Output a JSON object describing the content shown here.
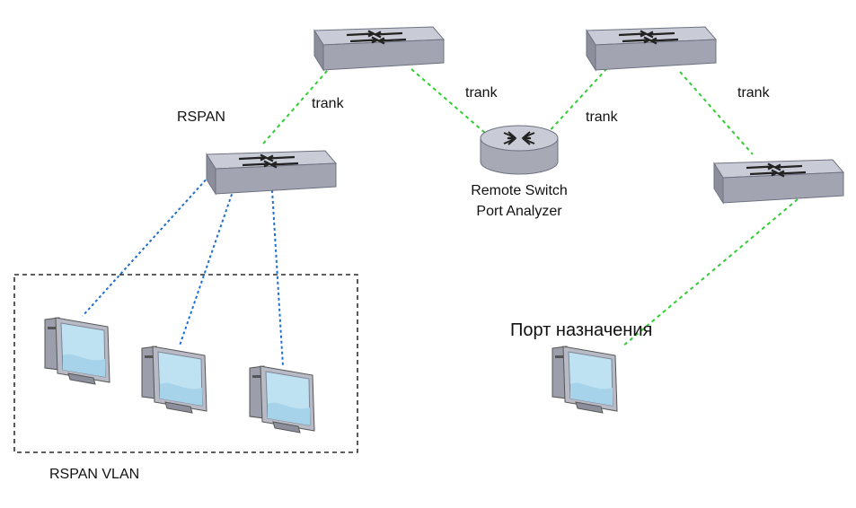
{
  "labels": {
    "trunk_top_left": "trank",
    "trunk_top_mid": "trank",
    "trunk_mid_right": "trank",
    "trunk_top_right": "trank",
    "rspan": "RSPAN",
    "analyzer_line1": "Remote Switch",
    "analyzer_line2": "Port Analyzer",
    "destination_port": "Порт назначения",
    "rspan_vlan": "RSPAN VLAN"
  },
  "colors": {
    "trunk_link": "#33cc33",
    "access_link": "#1f6fd0",
    "vlan_box": "#000000",
    "switch_top": "#c9ccd6",
    "switch_side": "#9c9fab",
    "router_body": "#b9bcc6",
    "monitor_screen": "#bfe2f2"
  },
  "icons": {
    "switch": "network-switch-icon",
    "router": "router-icon",
    "workstation": "workstation-icon"
  }
}
